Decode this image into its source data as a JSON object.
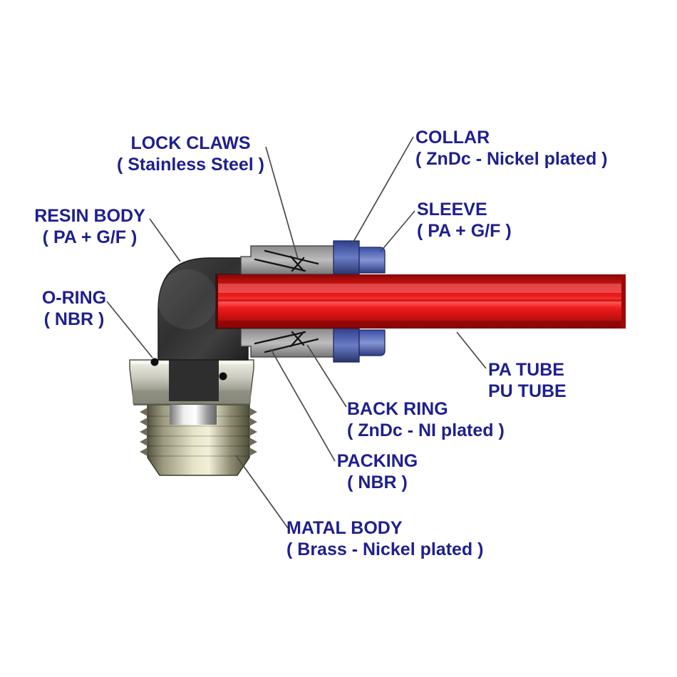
{
  "figure": {
    "type": "cutaway-diagram",
    "subject": "push-in pneumatic elbow fitting cross-section",
    "background": "#ffffff",
    "colors": {
      "label_navy": "#1f1f8e",
      "leader_line_gray": "#4a4a4a",
      "tube_red": "#e31515",
      "resin_body_dark": "#3a3a3a",
      "collar_blue": "#41519f",
      "metal_silver": "#c9c9bd"
    }
  },
  "labels": {
    "lock_claws": {
      "line1": "LOCK CLAWS",
      "line2": "( Stainless Steel )"
    },
    "collar": {
      "line1": "COLLAR",
      "line2": "( ZnDc - Nickel plated )"
    },
    "sleeve": {
      "line1": "SLEEVE",
      "line2": "( PA + G/F )"
    },
    "resin_body": {
      "line1": "RESIN BODY",
      "line2": "( PA + G/F )"
    },
    "o_ring": {
      "line1": "O-RING",
      "line2": "( NBR )"
    },
    "pa_tube": {
      "line1": "PA TUBE",
      "line2": "PU TUBE"
    },
    "back_ring": {
      "line1": "BACK RING",
      "line2": "( ZnDc - NI plated )"
    },
    "packing": {
      "line1": "PACKING",
      "line2": "( NBR )"
    },
    "matal_body": {
      "line1": "MATAL BODY",
      "line2": "( Brass - Nickel plated )"
    }
  }
}
